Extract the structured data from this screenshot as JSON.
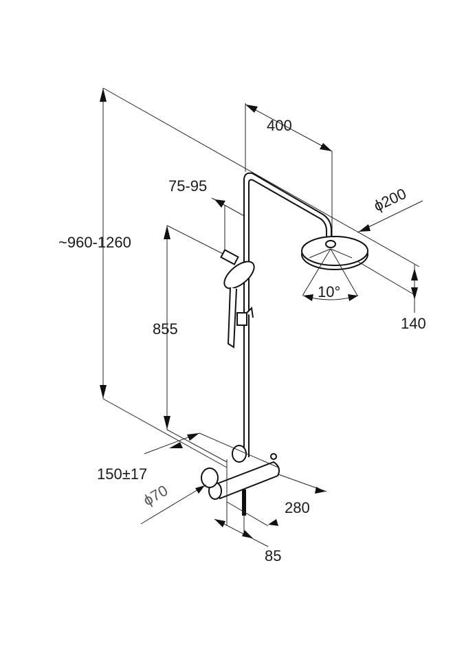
{
  "title": "Shower system dimension drawing",
  "dimensions": {
    "total_height": "~960-1260",
    "arm_length": "400",
    "slider_offset": "75-95",
    "head_diameter": "ϕ200",
    "head_angle": "10°",
    "head_height": "140",
    "handshower_height": "855",
    "inlet_spacing": "150±17",
    "escutcheon_diameter": "ϕ70",
    "mixer_width": "280",
    "wall_offset": "85"
  },
  "colors": {
    "line": "#111111",
    "background": "#ffffff"
  }
}
